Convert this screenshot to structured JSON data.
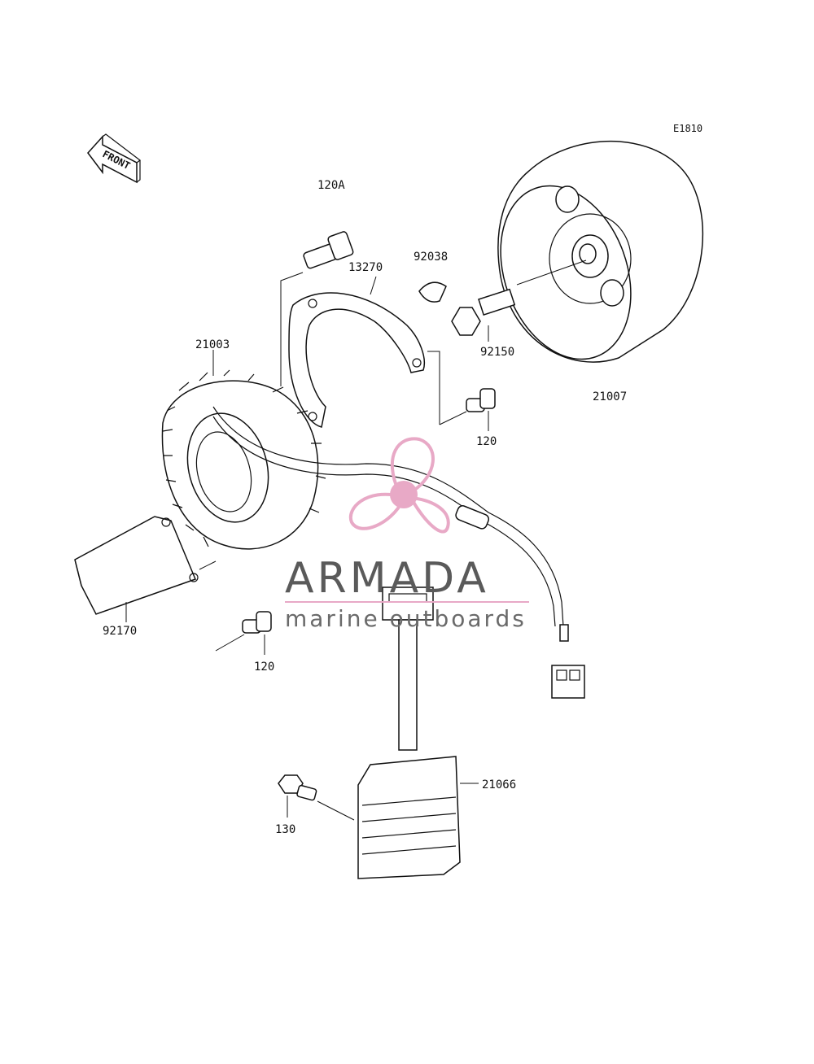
{
  "diagram_code": "E1810",
  "front_label": "FRONT",
  "parts": {
    "p120A": "120A",
    "p13270": "13270",
    "p92038": "92038",
    "p21003": "21003",
    "p92150": "92150",
    "p21007": "21007",
    "p120a": "120",
    "p92170": "92170",
    "p120b": "120",
    "p21066": "21066",
    "p130": "130"
  },
  "watermark": {
    "brand": "ARMADA",
    "tagline": "marine outboards",
    "accent_color": "#e8a9c6",
    "text_color": "#5a5a5a"
  }
}
